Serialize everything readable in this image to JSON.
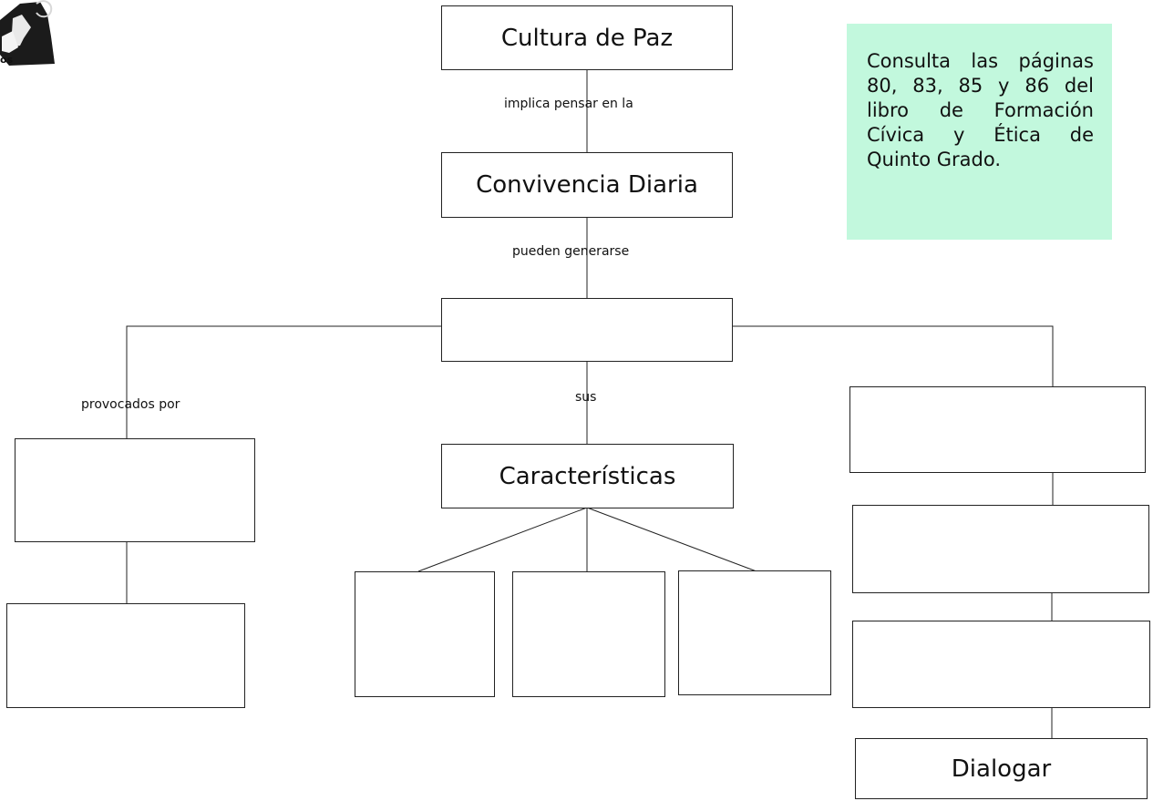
{
  "nodes": {
    "cultura": "Cultura de Paz",
    "convivencia": "Convivencia Diaria",
    "blank_center": "",
    "caracteristicas": "Características",
    "blank_left_1": "",
    "blank_left_2": "",
    "blank_char_1": "",
    "blank_char_2": "",
    "blank_char_3": "",
    "blank_right_1": "",
    "blank_right_2": "",
    "blank_right_3": "",
    "dialogar": "Dialogar"
  },
  "edges": {
    "implica": "implica pensar en la",
    "pueden": "pueden generarse",
    "sus": "sus",
    "provocados": "provocados por"
  },
  "note": {
    "text": "Consulta las páginas 80, 83, 85 y 86 del libro de Formación Cívica y Ética de Quinto Grado."
  },
  "colors": {
    "note_bg": "#c2f8dd",
    "line": "#222222"
  },
  "corner_image": {
    "icon": "glove-clip-art",
    "text": "os"
  }
}
